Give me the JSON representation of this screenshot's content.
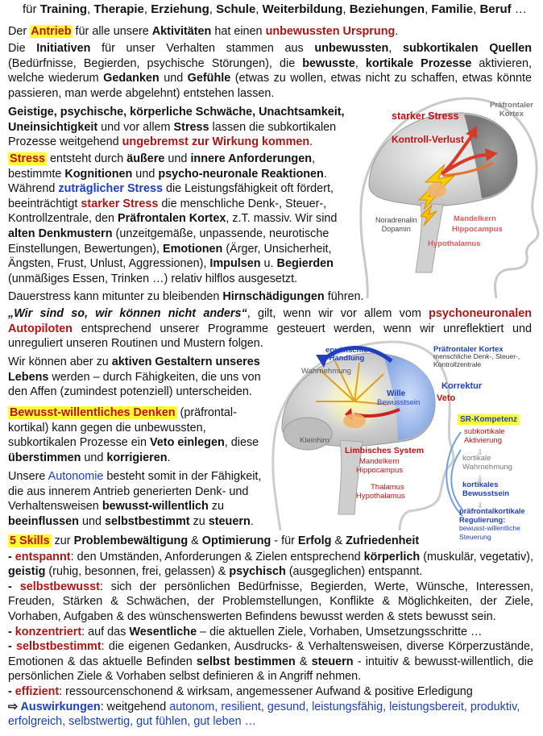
{
  "topline": {
    "prefix": "für ",
    "items": [
      "Training",
      "Therapie",
      "Erziehung",
      "Schule",
      "Weiterbildung",
      "Beziehungen",
      "Familie",
      "Beruf"
    ],
    "suffix": " …"
  },
  "p1": {
    "a": "Der ",
    "hl": "Antrieb",
    "b": " für alle unsere ",
    "c": "Aktivitäten",
    "d": " hat einen ",
    "e": "unbewussten Ursprung",
    "f": "."
  },
  "p2": {
    "a": "Die ",
    "b": "Initiativen",
    "c": " für unser Verhalten stammen aus ",
    "d": "unbewussten",
    "e": ", ",
    "f": "subkortikalen Quellen",
    "g": " (Bedürfnisse, Begierden, psychische Störungen), die ",
    "h": "bewusste",
    "i": ", ",
    "j": "kortikale Prozesse",
    "k": " aktivieren, welche wiederum ",
    "l": "Gedanken",
    "m": " und ",
    "n": "Gefühle",
    "o": " (etwas zu wollen, etwas nicht zu schaffen, etwas könnte passieren, man werde abgelehnt) entstehen lassen."
  },
  "p3": {
    "a": "Geistige, psychische, körperliche Schwäche, Unachtsamkeit, Uneinsichtigkeit",
    "b": " und vor allem ",
    "c": "Stress",
    "d": " lassen die subkortikalen Prozesse weitgehend ",
    "e": "ungebremst zur Wirkung kommen",
    "f": "."
  },
  "p4": {
    "hl": "Stress",
    "a": " entsteht durch ",
    "b": "äußere",
    "c": " und ",
    "d": "innere Anforderungen",
    "e": ", bestimmte ",
    "f": "Kognitionen",
    "g": " und ",
    "h": "psycho-neuronale Reaktionen",
    "i": ". Während ",
    "j": "zuträglicher Stress",
    "k": " die Leistungsfähigkeit oft fördert, beeinträchtigt ",
    "l": "starker Stress",
    "m": " die menschliche Denk-, Steuer-, Kontrollzentrale, den ",
    "n": "Präfrontalen Kortex",
    "o": ", z.T. massiv. Wir sind ",
    "p": "alten Denkmustern",
    "q": " (unzeitgemäße, unpassende, neurotische Einstellungen, Bewertungen), ",
    "r": "Emotionen",
    "s": " (Ärger, Unsicherheit, Ängsten, Frust, Unlust, Aggressionen), ",
    "t": "Impulsen",
    "u": " u. ",
    "v": "Begierden",
    "w": " (unmäßiges Essen, Trinken …) relativ hilflos ausgesetzt."
  },
  "p5": {
    "a": "Dauerstress kann mitunter zu bleibenden ",
    "b": "Hirnschädigungen",
    "c": " führen."
  },
  "p6": {
    "a": "„Wir sind so, wir können nicht anders“",
    "b": ", gilt, wenn wir vor allem vom ",
    "c": "psychoneuronalen Autopiloten",
    "d": " entsprechend unserer Programme gesteuert werden, wenn wir unreflektiert und unreguliert unseren Routinen und Mustern folgen."
  },
  "p7": {
    "a": "Wir können aber zu ",
    "b": "aktiven Gestaltern unseres Lebens",
    "c": " werden – durch Fähigkeiten, die uns von den Affen (zumindest potenziell) unterscheiden."
  },
  "p8": {
    "hl": "Bewusst-willentliches Denken",
    "a": " (präfrontal-kortikal) kann gegen die unbewussten, subkortikalen Prozesse ein ",
    "b": "Veto einlegen",
    "c": ", diese ",
    "d": "überstimmen",
    "e": " und ",
    "f": "korrigieren",
    "g": "."
  },
  "p9": {
    "a": "Unsere ",
    "b": "Autonomie",
    "c": " besteht somit in der Fähigkeit, die aus innerem Antrieb generierten Denk- und Verhaltensweisen ",
    "d": "bewusst-willentlich",
    "e": " zu ",
    "f": "beeinflussen",
    "g": " und ",
    "h": "selbstbestimmt",
    "i": " zu ",
    "j": "steuern",
    "k": "."
  },
  "skills": {
    "hl": "5 Skills",
    "a": " zur ",
    "b": "Problembewältigung",
    "c": " & ",
    "d": "Optimierung",
    "e": " - für ",
    "f": "Erfolg",
    "g": " & ",
    "h": "Zufriedenheit",
    "items": [
      {
        "dash": "- ",
        "key": "entspannt",
        "t1": ": den Umständen, Anforderungen & Zielen entsprechend ",
        "b1": "körperlich",
        "t2": " (muskulär, vegetativ), ",
        "b2": "geistig",
        "t3": " (ruhig, besonnen, frei, gelassen) & ",
        "b3": "psychisch",
        "t4": " (ausgeglichen) entspannt."
      },
      {
        "dash": "- ",
        "key": "selbstbewusst",
        "t1": ": sich der persönlichen Bedürfnisse, Begierden, Werte, Wünsche, Interessen, Freuden, Stärken & Schwächen, der Problemstellungen, Konflikte & Möglichkeiten, der Ziele, Vorhaben, Aufgaben & des wünschenswerten Befindens bewusst werden & stets bewusst sein.",
        "b1": "",
        "t2": "",
        "b2": "",
        "t3": "",
        "b3": "",
        "t4": ""
      },
      {
        "dash": "- ",
        "key": "konzentriert",
        "t1": ": auf das ",
        "b1": "Wesentliche",
        "t2": " – die aktuellen Ziele, Vorhaben, Umsetzungsschritte …",
        "b2": "",
        "t3": "",
        "b3": "",
        "t4": ""
      },
      {
        "dash": "- ",
        "key": "selbstbestimmt",
        "t1": ": die eigenen Gedanken, Ausdrucks- & Verhaltensweisen, diverse Körperzustände, Emotionen & das aktuelle Befinden ",
        "b1": "selbst bestimmen",
        "t2": " & ",
        "b2": "steuern",
        "t3": " - intuitiv & bewusst-willentlich, die persönlichen Ziele & Vorhaben selbst definieren & in Angriff nehmen.",
        "b3": "",
        "t4": ""
      },
      {
        "dash": "- ",
        "key": "effizient",
        "t1": ": ressourcenschonend & wirksam, angemessener Aufwand & positive Erledigung",
        "b1": "",
        "t2": "",
        "b2": "",
        "t3": "",
        "b3": "",
        "t4": ""
      }
    ],
    "arrow": "⇨ ",
    "outcome_key": "Auswirkungen",
    "outcome_text": ": weitgehend ",
    "outcome_items": "autonom, resilient, gesund, leistungsfähig, leistungsbereit, produktiv, erfolgreich, selbstwertig, gut fühlen, gut leben …"
  },
  "figure1": {
    "label_stress": "starker Stress",
    "label_kontroll": "Kontroll-Verlust",
    "label_pfc_1": "Präfrontaler",
    "label_pfc_2": "Kortex",
    "label_nor_1": "Noradrenalin",
    "label_nor_2": "Dopamin",
    "label_mandel": "Mandelkern",
    "label_hippo": "Hippocampus",
    "label_hypo": "Hypothalamus"
  },
  "figure2": {
    "label_handlung_1": "erwünschte",
    "label_handlung_2": "Handlung",
    "label_wahr": "Wahrnehmung",
    "label_wille": "Wille",
    "label_bewusst": "Bewusstsein",
    "label_klein": "Kleinhirn",
    "label_limb": "Limbisches System",
    "label_mandel": "Mandelkern",
    "label_hippo": "Hippocampus",
    "label_thal": "Thalamus",
    "label_hypo": "Hypothalamus",
    "label_pfk": "Präfrontaler Kortex",
    "label_pfk_sub_1": "menschliche Denk-, Steuer-,",
    "label_pfk_sub_2": "Kontrollzentrale",
    "label_korr": "Korrektur",
    "label_veto": "Veto"
  },
  "srbox": {
    "title": "SR-Kompetenz",
    "lines": [
      "subkortikale",
      "Aktivierung",
      "kortikale",
      "Wahrnehmung",
      "kortikales",
      "Bewusstsein",
      "präfrontalkortikale",
      "Regulierung:",
      "bewusst-willentliche",
      "Steuerung"
    ]
  }
}
